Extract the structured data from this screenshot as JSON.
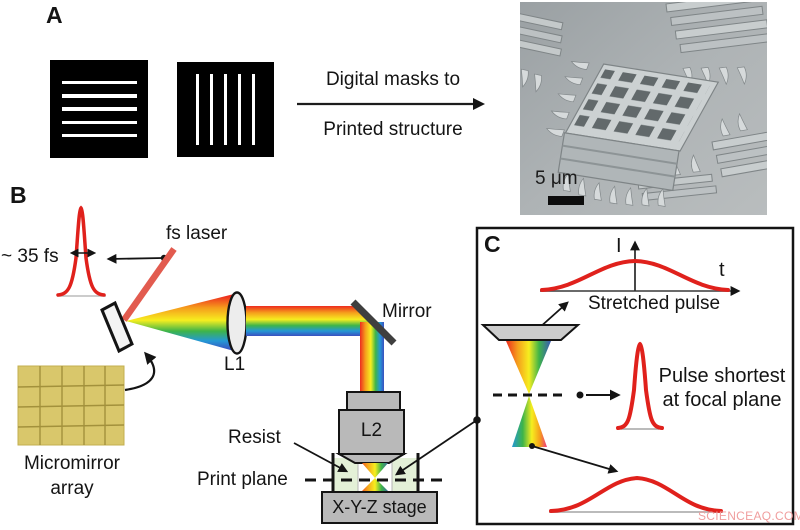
{
  "figure": {
    "panel_a": {
      "label": "A",
      "masks": [
        {
          "orientation": "horizontal",
          "count": 5
        },
        {
          "orientation": "vertical",
          "count": 5
        }
      ],
      "arrow_caption_top": "Digital masks to",
      "arrow_caption_bottom": "Printed structure",
      "sem": {
        "scale_label": "5 μm"
      }
    },
    "panel_b": {
      "label": "B",
      "pulse_duration": "~ 35 fs",
      "laser": "fs laser",
      "lens1": "L1",
      "mirror": "Mirror",
      "lens2": "L2",
      "resist": "Resist",
      "print_plane": "Print plane",
      "stage": "X-Y-Z stage",
      "micromirror_line1": "Micromirror",
      "micromirror_line2": "array"
    },
    "panel_c": {
      "label": "C",
      "y_axis": "I",
      "x_axis": "t",
      "stretched_pulse": "Stretched pulse",
      "focal_line1": "Pulse shortest",
      "focal_line2": "at focal plane"
    },
    "watermark": "SCIENCEAQ.COM",
    "colors": {
      "pulse_red": "#e0211c",
      "laser_red": "#e25b4f",
      "micromirror_fill": "#d9c76b",
      "resist_green": "#e3f0d7",
      "hardware_gray": "#b9b9b9",
      "watermark_pink": "#f09e9e"
    }
  }
}
